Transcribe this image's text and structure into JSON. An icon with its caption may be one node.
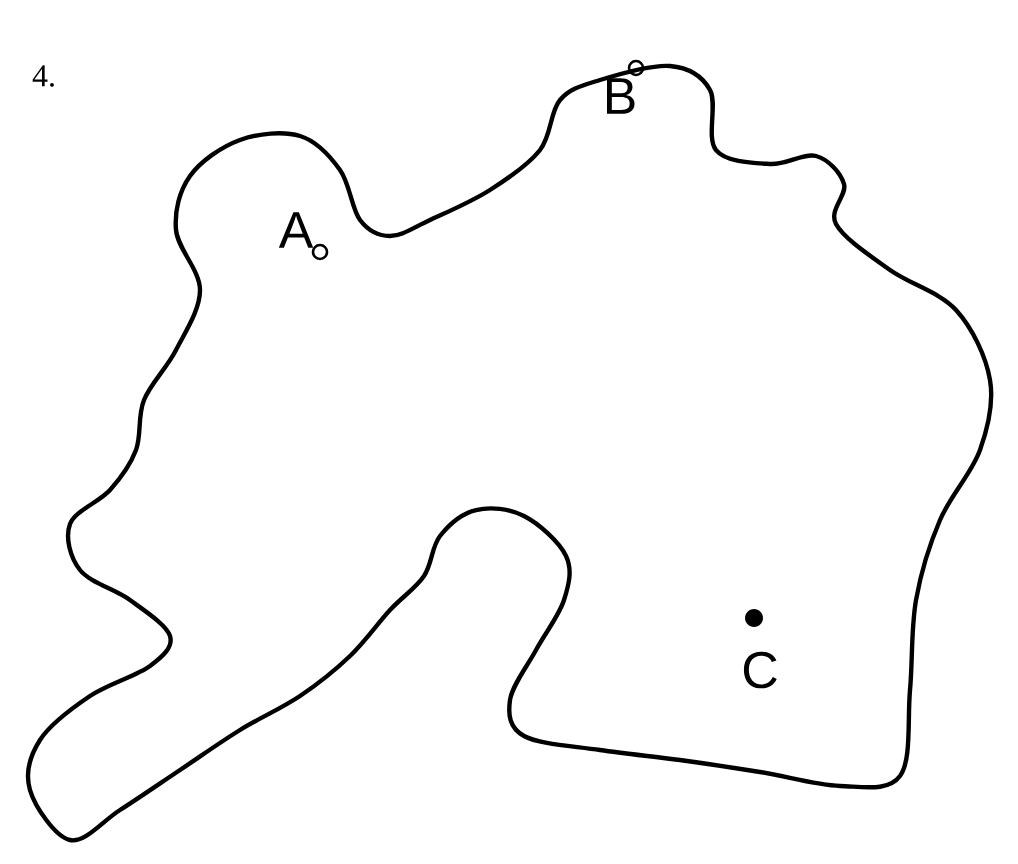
{
  "diagram": {
    "labels": [
      "4.",
      "A",
      "B",
      "C"
    ]
  }
}
